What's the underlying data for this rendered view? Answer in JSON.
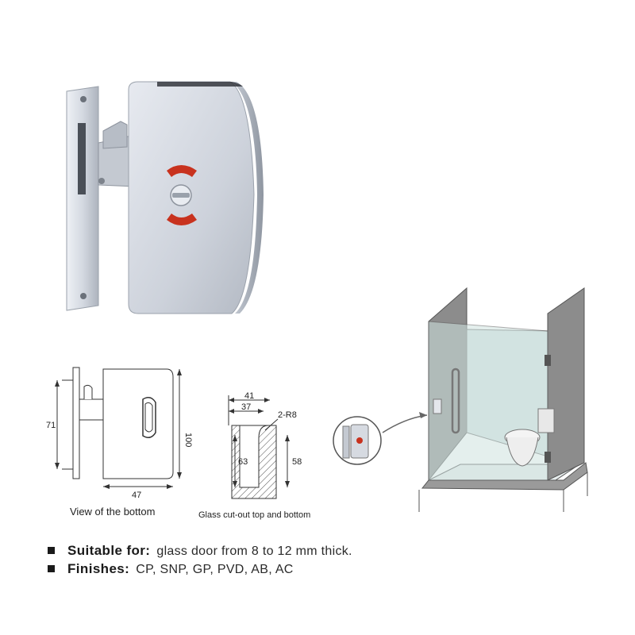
{
  "diagram_bottom": {
    "dim_height_left": "71",
    "dim_height_right": "100",
    "dim_width": "47",
    "caption": "View of the bottom"
  },
  "diagram_cutout": {
    "dim_top_outer": "41",
    "dim_top_inner": "37",
    "dim_radius": "2-R8",
    "dim_left": "63",
    "dim_right": "58",
    "caption": "Glass cut-out top and bottom"
  },
  "specs": [
    {
      "label": "Suitable for:",
      "value": "glass door from 8 to 12 mm thick."
    },
    {
      "label": "Finishes:",
      "value": "CP, SNP, GP, PVD, AB, AC"
    }
  ],
  "colors": {
    "metal_light": "#dfe3ea",
    "metal_mid": "#b8bec9",
    "indicator_red": "#c8321e",
    "glass": "#d7e6e4",
    "wall": "#8c8c8c"
  }
}
